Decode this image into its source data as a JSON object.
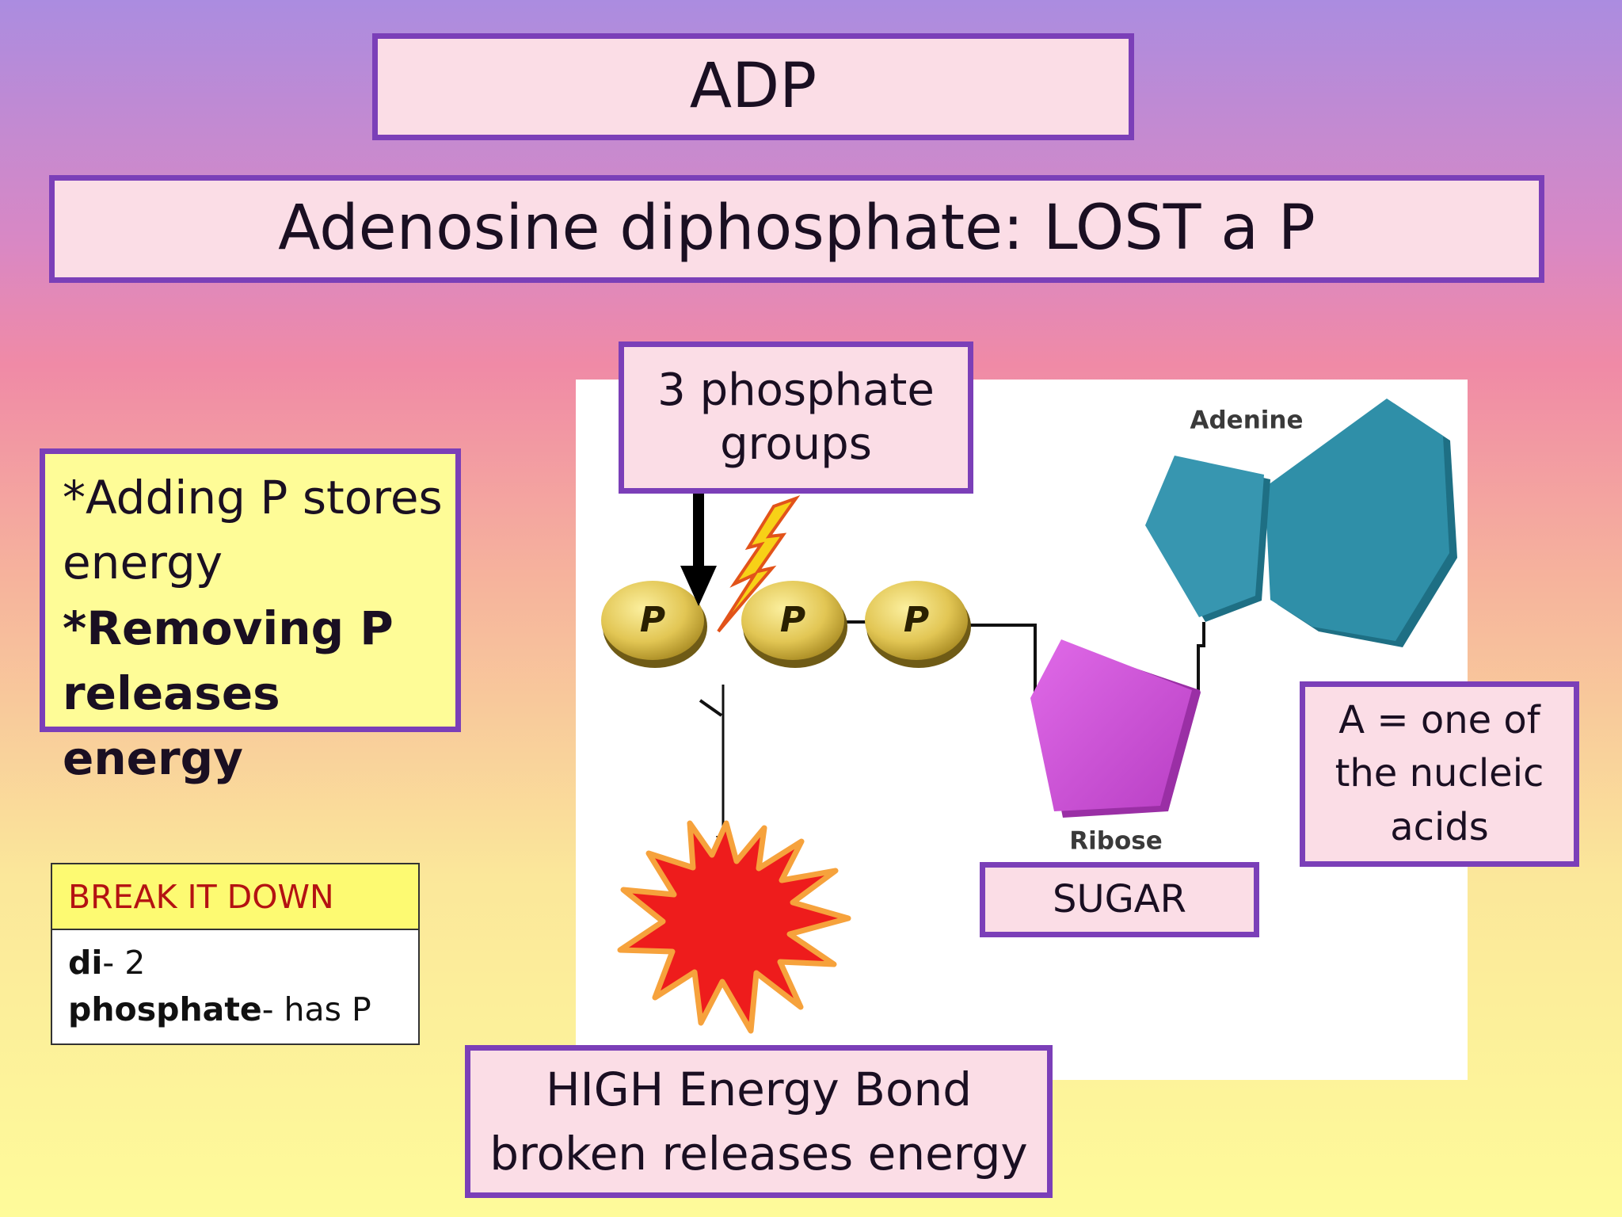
{
  "title": "ADP",
  "subtitle": "Adenosine diphosphate: LOST a P",
  "notes": {
    "line1": "*Adding P stores energy",
    "line2": "*Removing P releases energy"
  },
  "breakdown": {
    "heading": "BREAK IT DOWN",
    "rows": [
      {
        "term": "di",
        "meaning": "- 2"
      },
      {
        "term": "phosphate",
        "meaning": "- has P"
      }
    ]
  },
  "diagram": {
    "phosphate_label": "P",
    "adenine_label": "Adenine",
    "ribose_label": "Ribose"
  },
  "callouts": {
    "phosphate_groups": "3 phosphate groups",
    "adenine_note": "A = one of the nucleic acids",
    "sugar": "SUGAR",
    "energy": "HIGH Energy Bond broken releases energy"
  },
  "colors": {
    "box_border": "#7b3fb8",
    "box_fill": "#fbdde6",
    "note_fill": "#fefc97",
    "adenine": "#2f8fa8",
    "ribose": "#cc4fd8",
    "phosphate": "#d6b93e",
    "burst": "#ee1c1c",
    "heading_red": "#b41212"
  }
}
